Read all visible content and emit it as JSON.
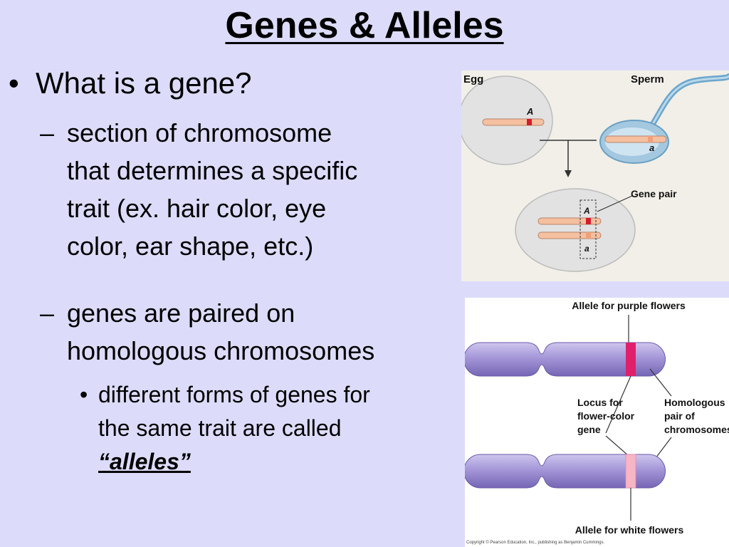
{
  "slide": {
    "title": "Genes & Alleles",
    "bullet_glyph": "•",
    "dash_glyph": "–",
    "q1": "What is a gene?",
    "def": "section of chromosome\nthat determines a specific\ntrait (ex. hair color, eye\ncolor, ear shape, etc.)",
    "pair": "genes are paired on\nhomologous chromosomes",
    "forms": "different forms of genes for\nthe same trait are called",
    "keyword": "“alleles”"
  },
  "fig1": {
    "egg": "Egg",
    "sperm": "Sperm",
    "allele_A": "A",
    "allele_a": "a",
    "gene_pair": "Gene pair"
  },
  "fig2": {
    "purple": "Allele for purple flowers",
    "locus_1": "Locus for",
    "locus_2": "flower-color",
    "locus_3": "gene",
    "homol_1": "Homologous",
    "homol_2": "pair of",
    "homol_3": "chromosomes",
    "white": "Allele for white flowers",
    "copyright": "Copyright © Pearson Education, Inc., publishing as Benjamin Cummings."
  },
  "colors": {
    "background": "#dcdcfa",
    "chromosome": "#9c8fd0",
    "purple_allele": "#e0206a",
    "white_allele": "#f7b5c6",
    "dominant_band": "#d21d2e",
    "recessive_band": "#f0a07a"
  }
}
